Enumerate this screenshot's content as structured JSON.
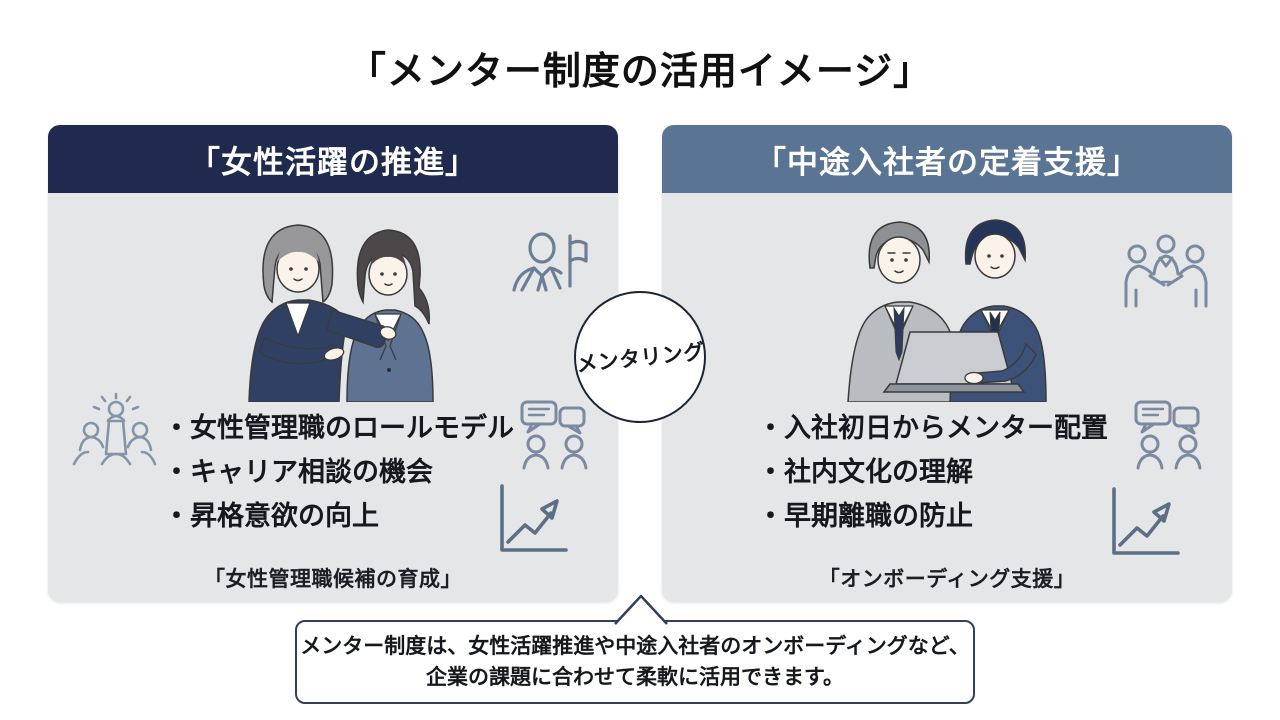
{
  "title": "「メンター制度の活用イメージ」",
  "center_circle": {
    "label": "メンタリング"
  },
  "panels": [
    {
      "header": "「女性活躍の推進」",
      "header_color": "#1f2a4e",
      "bullets": [
        "・女性管理職のロールモデル",
        "・キャリア相談の機会",
        "・昇格意欲の向上"
      ],
      "footer": "「女性管理職候補の育成」",
      "illustration": "female mentor with hand on mentee's shoulder"
    },
    {
      "header": "「中途入社者の定着支援」",
      "header_color": "#5a7493",
      "bullets": [
        "・入社初日からメンター配置",
        "・社内文化の理解",
        "・早期離職の防止"
      ],
      "footer": "「オンボーディング支援」",
      "illustration": "male mentor and new hire at laptop"
    }
  ],
  "callout": {
    "line1": "メンター制度は、女性活躍推進や中途入社者のオンボーディングなど、",
    "line2": "企業の課題に合わせて柔軟に活用できます。"
  },
  "colors": {
    "panel_bg": "#e5e6e8",
    "left_header_bg": "#1f2a4e",
    "right_header_bg": "#5a7493",
    "callout_border": "#31415c",
    "icon_line": "#7b8aa0",
    "chart_icon_line": "#5d6f85",
    "text": "#15181c"
  }
}
